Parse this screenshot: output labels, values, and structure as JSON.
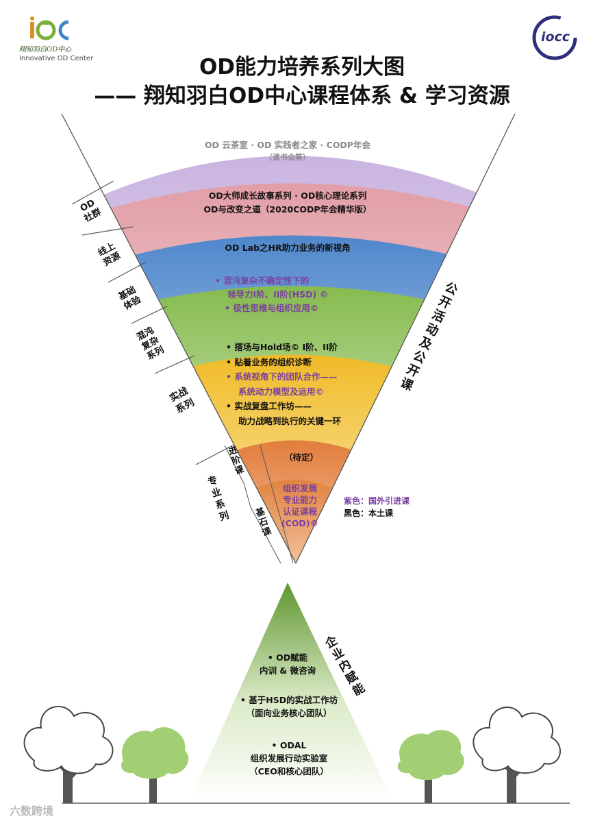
{
  "logo_left": {
    "name": "翔知羽白OD中心",
    "sub": "Innovative OD Center"
  },
  "logo_right": {
    "text": "iocc"
  },
  "title": {
    "line1": "OD能力培养系列大图",
    "line2": "—— 翔知羽白OD中心课程体系 & 学习资源"
  },
  "bands": {
    "community": {
      "line1": "OD 云茶室 · OD 实践者之家 · CODP年会",
      "line2": "（读书会等）"
    },
    "online": {
      "line1": "OD大师成长故事系列 · OD核心理论系列",
      "line2": "OD与改变之道（2020CODP年会精华版）"
    },
    "basic": {
      "line1": "OD Lab之HR助力业务的新视角"
    },
    "chaos": {
      "line1": "• 混沌复杂不确定性下的",
      "line2": "领导力I阶、II阶(HSD) ©",
      "line3": "• 极性思维与组织应用©"
    },
    "practice": {
      "l1": "• 搭场与Hold场© I阶、II阶",
      "l2": "• 贴着业务的组织诊断",
      "l3": "• 系统视角下的团队合作——",
      "l4": "系统动力模型及运用©",
      "l5": "• 实战复盘工作坊——",
      "l6": "助力战略到执行的关键一环"
    },
    "advanced": {
      "line1": "（待定）"
    },
    "cornerstone": {
      "line1": "组织发展",
      "line2": "专业能力",
      "line3": "认证课程",
      "line4": "(COD)©"
    }
  },
  "side_labels": {
    "od_community": "OD\n社群",
    "online_resources": "线上\n资源",
    "basic_experience": "基础\n体验",
    "chaos_series": "混沌\n复杂\n系列",
    "practice_series": "实战\n系列",
    "advanced_course": "进阶课",
    "professional_series": "专业系列",
    "cornerstone_course": "基石课",
    "public_courses": "公开活动及公开课",
    "enterprise_enablement": "企业内赋能"
  },
  "legend": {
    "purple": "紫色：国外引进课",
    "black": "黑色：本土课"
  },
  "triangle": {
    "item1": {
      "l1": "• OD赋能",
      "l2": "内训 & 微咨询"
    },
    "item2": {
      "l1": "• 基于HSD的实战工作坊",
      "l2": "（面向业务核心团队）"
    },
    "item3": {
      "l1": "• ODAL",
      "l2": "组织发展行动实验室",
      "l3": "（CEO和核心团队）"
    }
  },
  "watermark": "六数跨境",
  "colors": {
    "purple": "#7b3fa0",
    "band_lavender": "#d9c8e8",
    "band_pink": "#e9b9bd",
    "band_blue": "#5b8fd0",
    "band_green": "#8fbf5a",
    "band_yellow": "#f2c23c",
    "band_orange": "#e58a4e",
    "triangle_green": "#6a9f3a",
    "tree_green": "#9ccc6a"
  }
}
